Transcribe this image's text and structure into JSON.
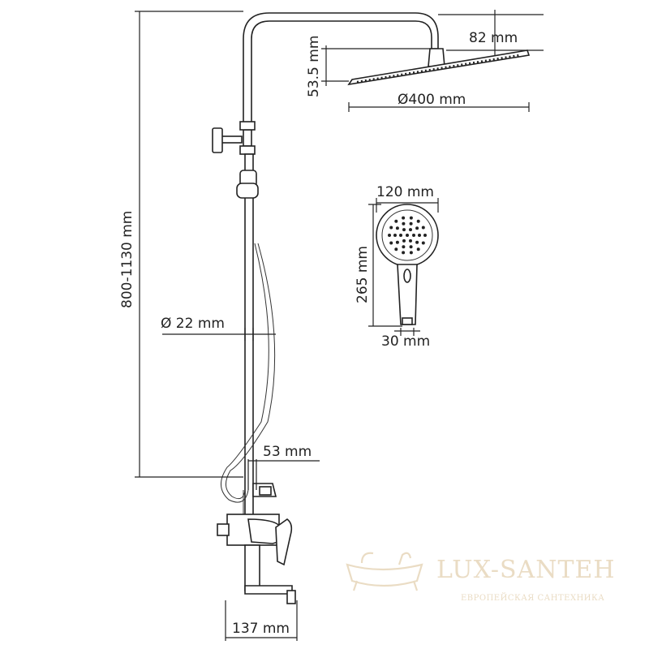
{
  "dimensions": {
    "height_range": "800-1130 mm",
    "pipe_diameter": "Ø 22 mm",
    "mixer_offset": "53 mm",
    "base_width": "137 mm",
    "head_distance": "82 mm",
    "head_thickness": "53.5 mm",
    "head_diameter": "Ø400 mm",
    "hand_width": "120 mm",
    "hand_length": "265 mm",
    "hand_handle": "30 mm"
  },
  "watermark": {
    "brand": "LUX-SANTEH",
    "tagline": "ЕВРОПЕЙСКАЯ САНТЕХНИКА"
  }
}
